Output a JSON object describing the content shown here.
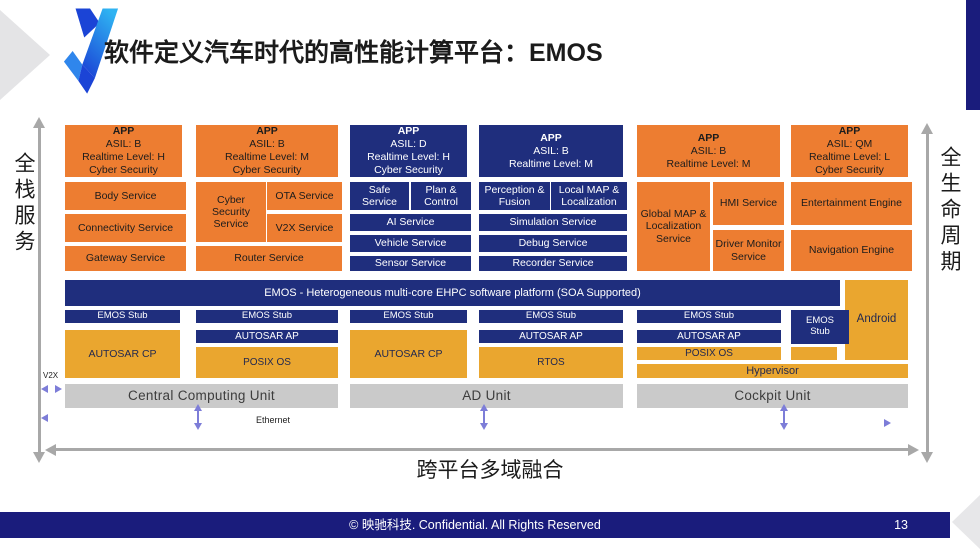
{
  "slide": {
    "title": "软件定义汽车时代的高性能计算平台：EMOS",
    "left_axis_label": "全栈服务",
    "right_axis_label": "全生命周期",
    "bottom_caption": "跨平台多域融合"
  },
  "diagram": {
    "app_boxes": [
      {
        "title": "APP",
        "asil": "ASIL: B",
        "realtime": "Realtime Level: H",
        "cyber": "Cyber Security"
      },
      {
        "title": "APP",
        "asil": "ASIL: B",
        "realtime": "Realtime Level: M",
        "cyber": "Cyber Security"
      },
      {
        "title": "APP",
        "asil": "ASIL: D",
        "realtime": "Realtime Level: H",
        "cyber": "Cyber Security"
      },
      {
        "title": "APP",
        "asil": "ASIL: B",
        "realtime": "Realtime Level: M",
        "cyber": ""
      },
      {
        "title": "APP",
        "asil": "ASIL: B",
        "realtime": "Realtime Level: M",
        "cyber": ""
      },
      {
        "title": "APP",
        "asil": "ASIL: QM",
        "realtime": "Realtime Level: L",
        "cyber": "Cyber Security"
      }
    ],
    "central_services": {
      "body": "Body Service",
      "connectivity": "Connectivity Service",
      "gateway": "Gateway Service",
      "cyber_security": "Cyber Security Service",
      "ota": "OTA Service",
      "v2x": "V2X Service",
      "router": "Router Service"
    },
    "ad_services": {
      "safe": "Safe Service",
      "plan": "Plan & Control",
      "ai": "AI Service",
      "vehicle": "Vehicle Service",
      "sensor": "Sensor Service",
      "perception": "Perception & Fusion",
      "local_map": "Local MAP & Localization",
      "simulation": "Simulation Service",
      "debug": "Debug Service",
      "recorder": "Recorder Service"
    },
    "cockpit_services": {
      "global_map": "Global MAP & Localization Service",
      "hmi": "HMI Service",
      "driver_monitor": "Driver Monitor Service",
      "entertainment": "Entertainment Engine",
      "navigation": "Navigation Engine"
    },
    "platform_bar": "EMOS - Heterogeneous multi-core EHPC software platform (SOA Supported)",
    "stack": {
      "emos_stub": "EMOS Stub",
      "autosar_cp": "AUTOSAR CP",
      "autosar_ap": "AUTOSAR AP",
      "posix_os": "POSIX OS",
      "rtos": "RTOS",
      "hypervisor": "Hypervisor",
      "android": "Android"
    },
    "units": {
      "central": "Central Computing Unit",
      "ad": "AD Unit",
      "cockpit": "Cockpit Unit"
    },
    "connections": {
      "v2x": "V2X",
      "ethernet": "Ethernet"
    }
  },
  "footer": {
    "copyright": "© 映驰科技. Confidential. All Rights Reserved",
    "page_number": "13"
  },
  "colors": {
    "orange": "#ED7D31",
    "navy": "#1F2E7D",
    "gold": "#EAA62F",
    "unit_gray": "#CACACA",
    "footer_navy": "#1A1C7C",
    "arrow_gray": "#A8A8A8",
    "connector_blue": "#7D7DD8",
    "logo_blue_dark": "#1B44D6",
    "logo_blue_cyan": "#2FB3F2"
  }
}
